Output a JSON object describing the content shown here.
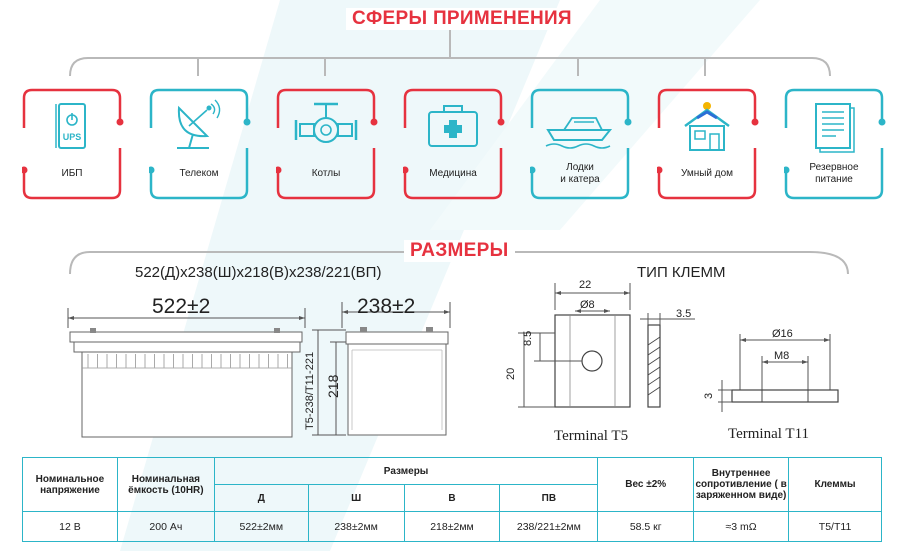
{
  "sections": {
    "applications_title": "СФЕРЫ ПРИМЕНЕНИЯ",
    "dimensions_title": "РАЗМЕРЫ"
  },
  "colors": {
    "red": "#e6323f",
    "teal": "#2cb5c8",
    "gray": "#b9b9b9"
  },
  "applications": [
    {
      "label": "ИБП",
      "icon": "ups-icon",
      "badge": "UPS",
      "frame": "red"
    },
    {
      "label": "Телеком",
      "icon": "satellite-dish-icon",
      "frame": "teal"
    },
    {
      "label": "Котлы",
      "icon": "valve-icon",
      "frame": "red"
    },
    {
      "label": "Медицина",
      "icon": "medical-kit-icon",
      "frame": "red"
    },
    {
      "label": "Лодки\nи катера",
      "icon": "boat-icon",
      "frame": "teal"
    },
    {
      "label": "Умный дом",
      "icon": "smart-home-icon",
      "frame": "red"
    },
    {
      "label": "Резервное\nпитание",
      "icon": "document-icon",
      "frame": "teal"
    }
  ],
  "dimensions": {
    "overall_caption": "522(Д)х238(Ш)х218(В)х238/221(ВП)",
    "terminal_type_caption": "ТИП КЛЕММ",
    "length_label": "522±2",
    "width_label": "238±2",
    "height_label": "218",
    "terminal_height_label": "T5-238/T11-221",
    "t5": {
      "caption": "Terminal T5",
      "width": "22",
      "hole": "Ø8",
      "height": "20",
      "offset": "8.5",
      "thickness": "3.5"
    },
    "t11": {
      "caption": "Terminal T11",
      "outer": "Ø16",
      "thread": "M8",
      "height": "3"
    }
  },
  "table": {
    "headers": {
      "voltage": "Номинальное напряжение",
      "capacity": "Номинальная ёмкость (10HR)",
      "dimensions": "Размеры",
      "d": "Д",
      "w": "Ш",
      "h": "В",
      "ph": "ПВ",
      "weight": "Вес ±2%",
      "resistance": "Внутреннее сопротивление ( в заряженном виде)",
      "terminals": "Клеммы"
    },
    "row": {
      "voltage": "12 В",
      "capacity": "200 Ач",
      "d": "522±2мм",
      "w": "238±2мм",
      "h": "218±2мм",
      "ph": "238/221±2мм",
      "weight": "58.5 кг",
      "resistance": "≈3 mΩ",
      "terminals": "T5/T11"
    }
  }
}
